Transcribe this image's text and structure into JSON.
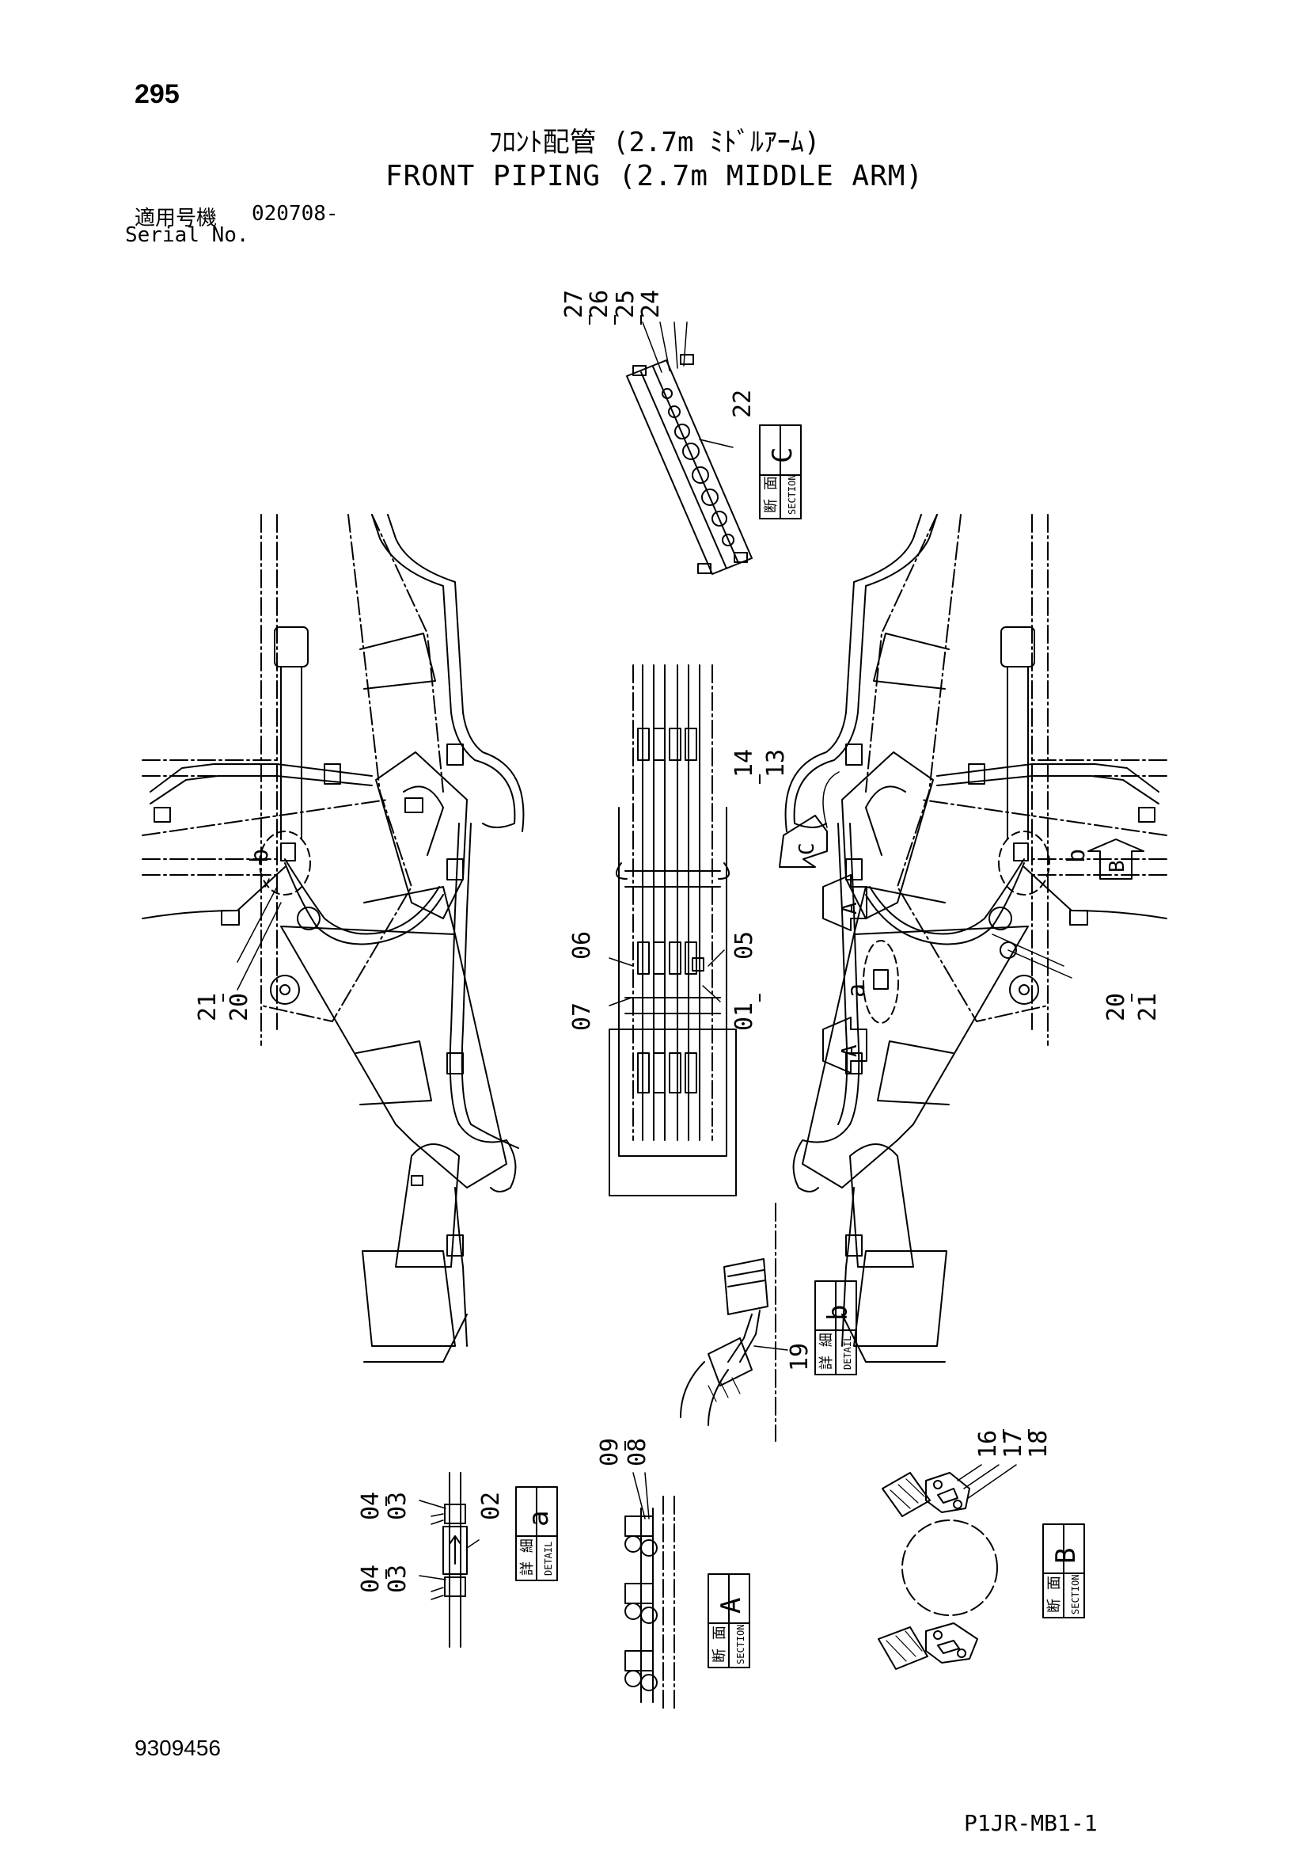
{
  "header": {
    "page_number": "295",
    "title_ja": "ﾌﾛﾝﾄ配管 (2.7m ﾐﾄﾞﾙｱｰﾑ)",
    "title_en": "FRONT PIPING (2.7m MIDDLE ARM)",
    "serial_label_ja": "適用号機",
    "serial_value": "020708-",
    "serial_label_en": "Serial No."
  },
  "footer": {
    "doc_number": "9309456",
    "page_code": "P1JR-MB1-1"
  },
  "callouts": {
    "c27": "27",
    "c26": "26",
    "c25": "25",
    "c24": "24",
    "c22": "22",
    "c14": "14",
    "c13": "13",
    "c05": "05",
    "c01": "01",
    "c06": "06",
    "c07": "07",
    "c21L": "21",
    "c20L": "20",
    "c20R": "20",
    "c21R": "21",
    "c19": "19",
    "c09": "09",
    "c08": "08",
    "c04a": "04",
    "c03a": "03",
    "c02": "02",
    "c04b": "04",
    "c03b": "03",
    "c16": "16",
    "c17": "17",
    "c18": "18"
  },
  "view_letters": {
    "bL": "b",
    "bR": "b",
    "a": "a",
    "A1": "A",
    "A2": "A",
    "B": "B",
    "C": "C"
  },
  "labels": {
    "section_c": {
      "ja": "断 面",
      "en": "SECTION",
      "letter": "C"
    },
    "detail_b": {
      "ja": "詳 細",
      "en": "DETAIL",
      "letter": "b"
    },
    "detail_a": {
      "ja": "詳 細",
      "en": "DETAIL",
      "letter": "a"
    },
    "section_a": {
      "ja": "断 面",
      "en": "SECTION",
      "letter": "A"
    },
    "section_b": {
      "ja": "断 面",
      "en": "SECTION",
      "letter": "B"
    }
  }
}
